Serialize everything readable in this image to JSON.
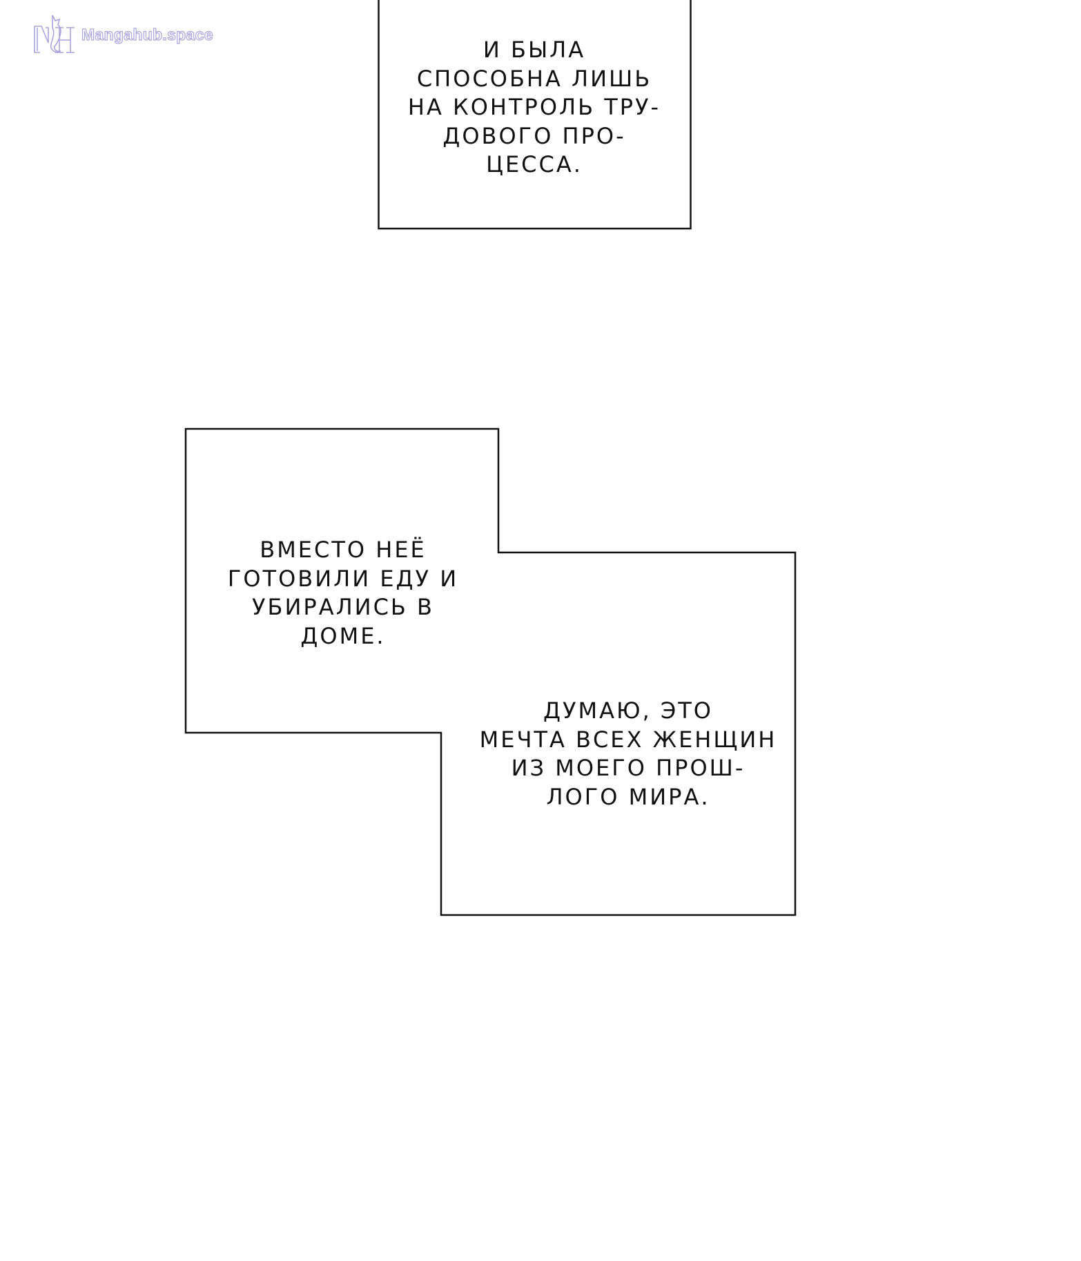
{
  "watermark": {
    "text": "Mangahub.space",
    "logo_letters": "NH",
    "color": "#a9a4dc"
  },
  "panels": [
    {
      "lines": [
        "И была",
        "способна лишь",
        "на контроль тру-",
        "дового про-",
        "цесса."
      ]
    },
    {
      "lines": [
        "Вместо неё",
        "готовили еду и",
        "убирались в",
        "доме."
      ]
    },
    {
      "lines": [
        "Думаю, это",
        "мечта всех женщин",
        "из моего прош-",
        "лого мира."
      ]
    }
  ]
}
